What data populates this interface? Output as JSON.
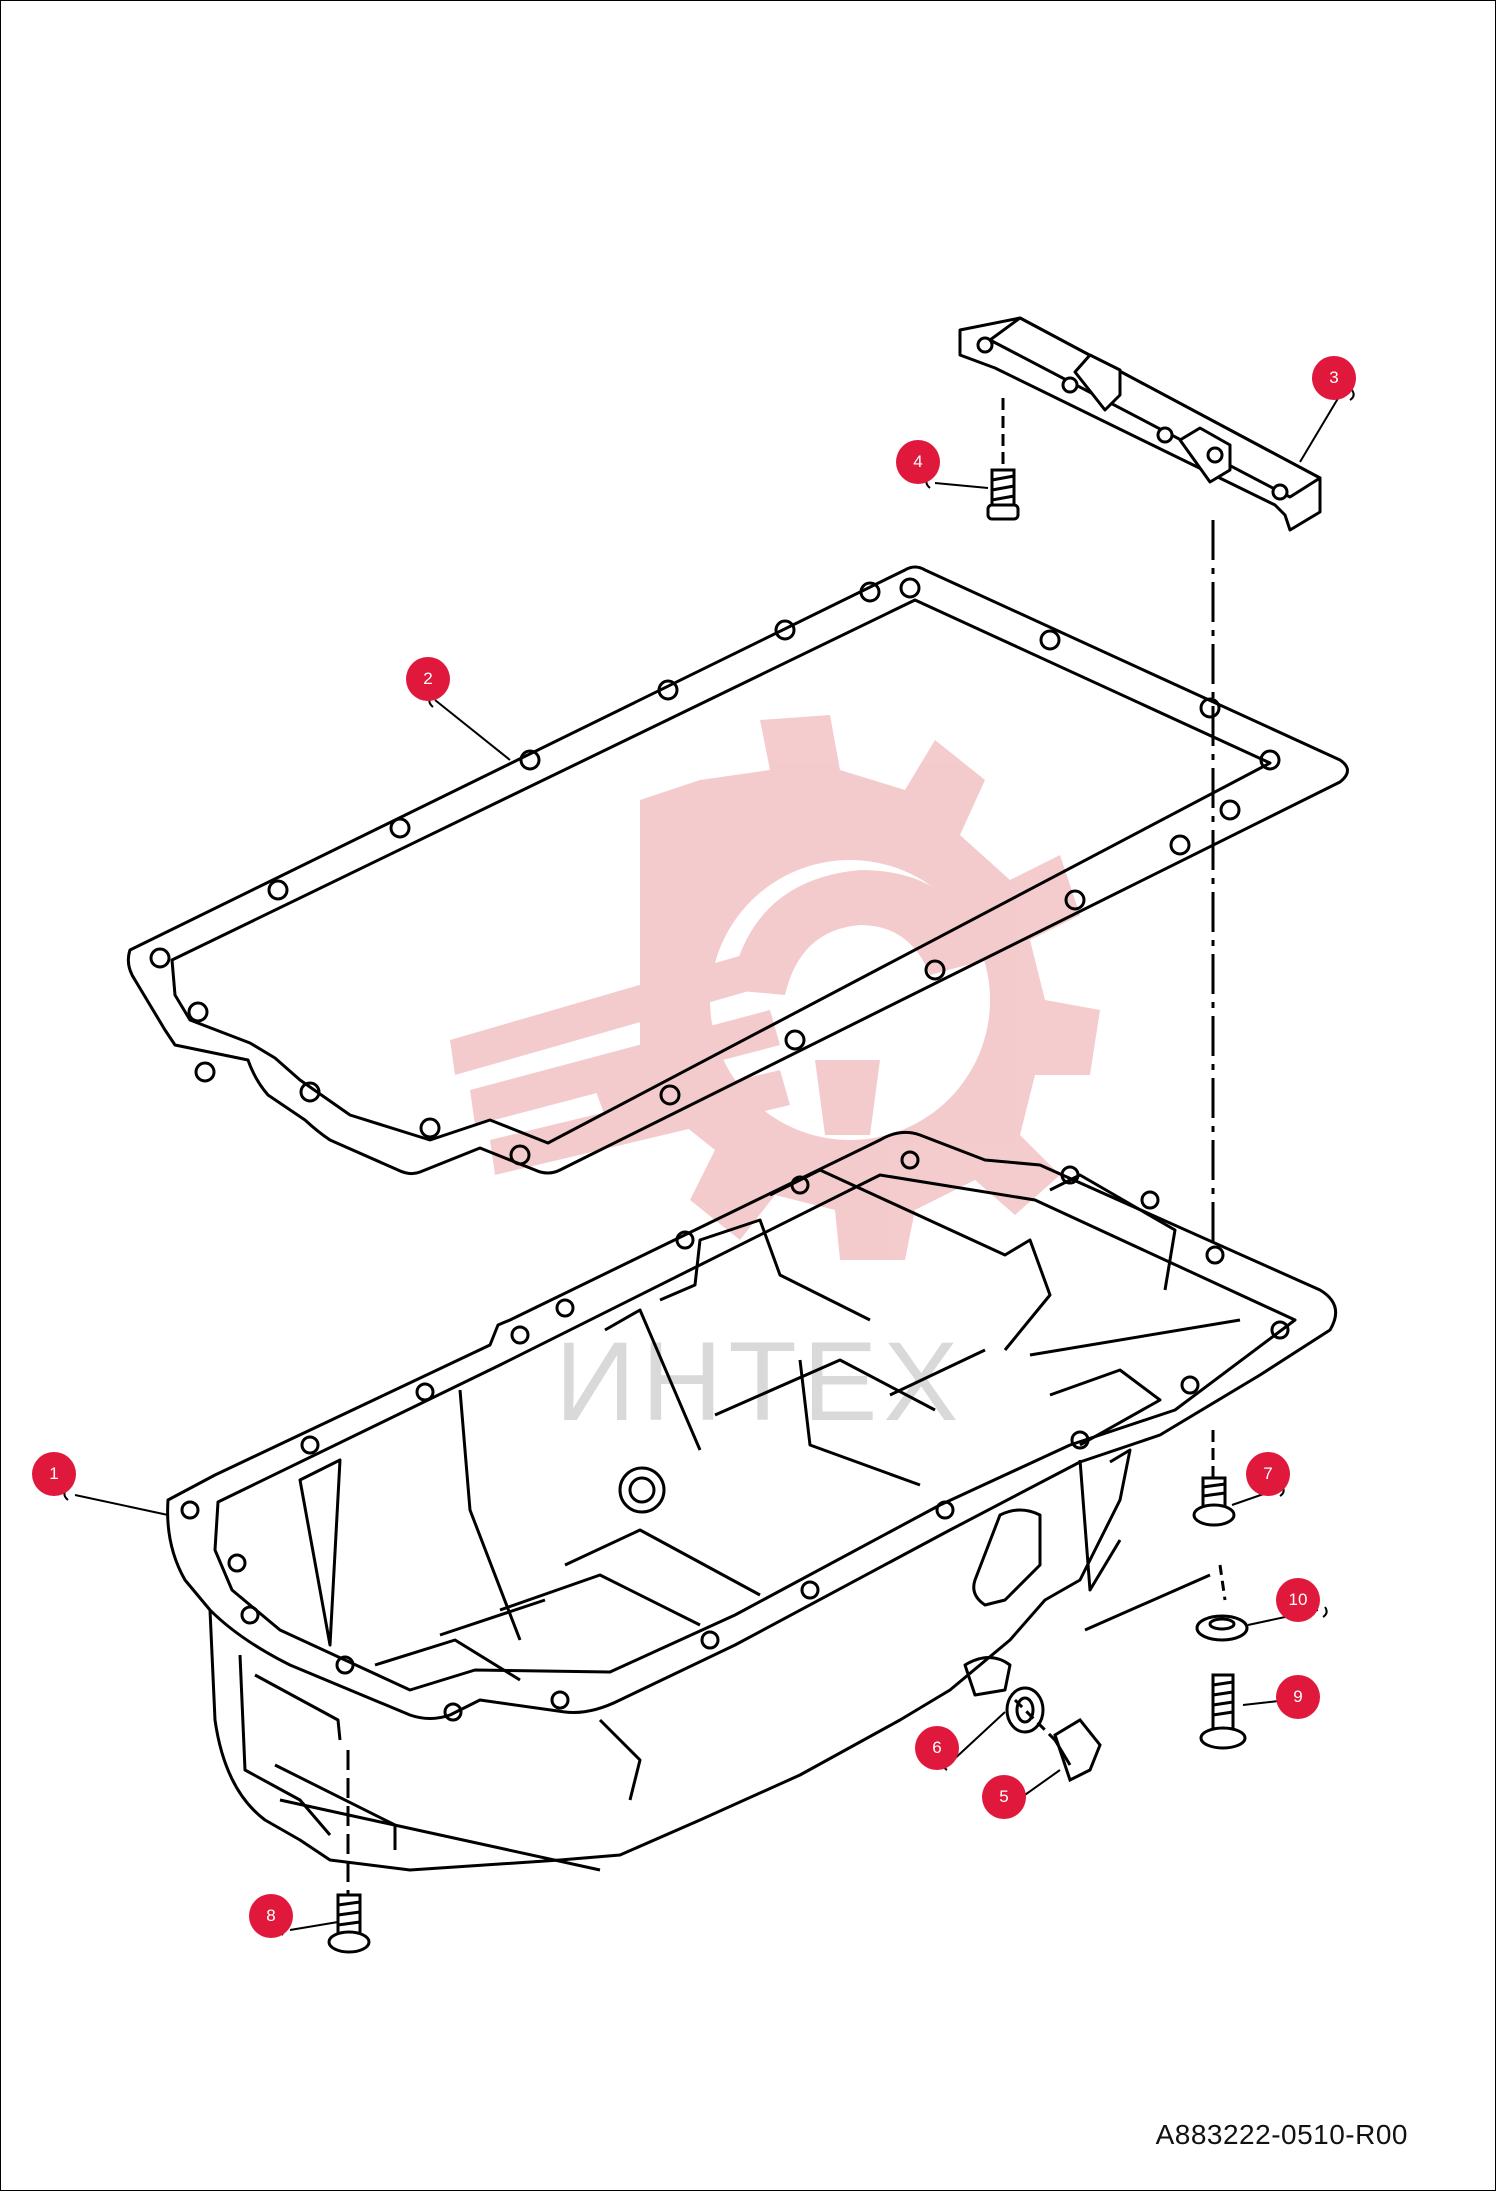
{
  "watermark": {
    "text": "ИНТЕХ",
    "color": "#f3c3c5",
    "text_color": "#d9d9d9"
  },
  "accent_color": "#e0183c",
  "callouts": [
    "1",
    "2",
    "3",
    "4",
    "5",
    "6",
    "7",
    "8",
    "9",
    "10"
  ],
  "drawing_code": "A883222-0510-R00"
}
